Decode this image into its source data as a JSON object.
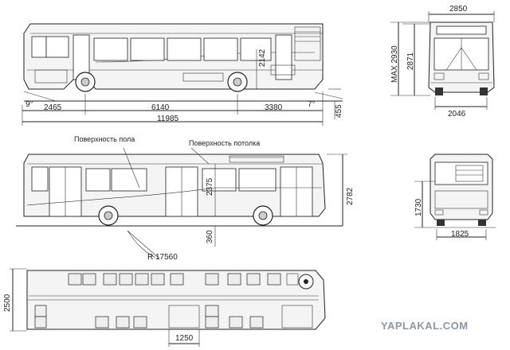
{
  "side_view_top": {
    "dims": {
      "overhang_front": "2465",
      "wheelbase": "6140",
      "overhang_rear": "3380",
      "length": "11985",
      "height_inner": "2142",
      "height_max": "MAX 2930",
      "height_body": "2871",
      "angle_front": "9°",
      "angle_rear": "7°",
      "ground_clearance": "455"
    }
  },
  "front_view": {
    "dims": {
      "width_top": "2850",
      "track": "2046"
    }
  },
  "side_view_bottom": {
    "labels": {
      "floor": "Поверхность пола",
      "ceiling": "Поверхность потолка"
    },
    "dims": {
      "interior_height": "2375",
      "total_height": "2782",
      "floor_height": "360",
      "turning_radius": "R 17560"
    }
  },
  "rear_view": {
    "dims": {
      "height": "1730",
      "width": "1825"
    }
  },
  "plan_view": {
    "dims": {
      "width": "2500",
      "aisle": "1250"
    }
  },
  "watermark": "YAPLAKAL.COM"
}
